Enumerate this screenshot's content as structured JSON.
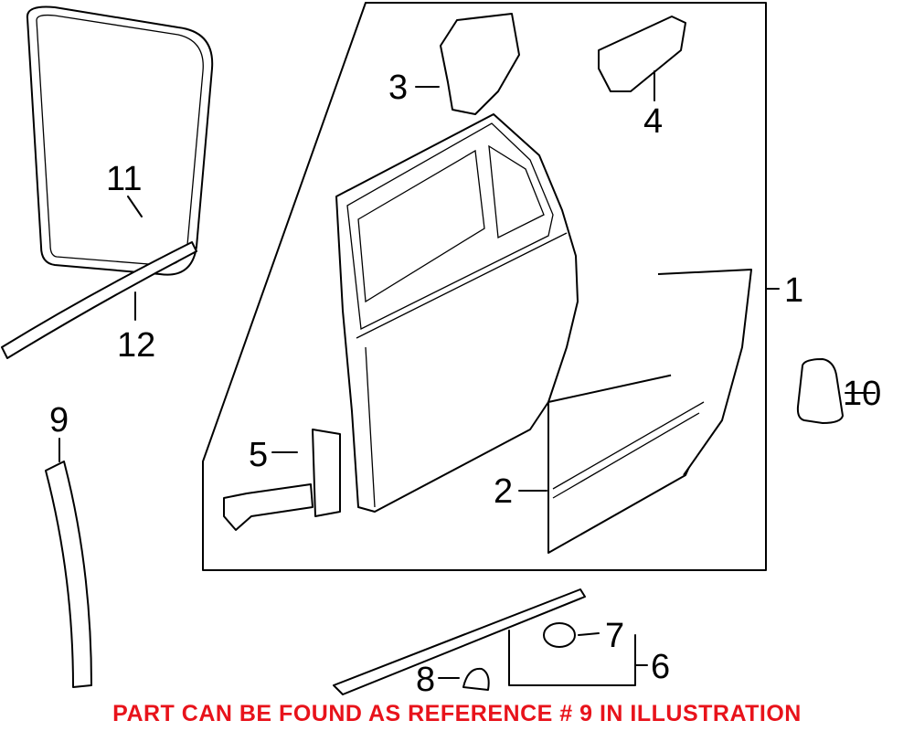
{
  "callouts": [
    {
      "id": "1",
      "label": "1"
    },
    {
      "id": "2",
      "label": "2"
    },
    {
      "id": "3",
      "label": "3"
    },
    {
      "id": "4",
      "label": "4"
    },
    {
      "id": "5",
      "label": "5"
    },
    {
      "id": "6",
      "label": "6"
    },
    {
      "id": "7",
      "label": "7"
    },
    {
      "id": "8",
      "label": "8"
    },
    {
      "id": "9",
      "label": "9"
    },
    {
      "id": "10",
      "label": "10"
    },
    {
      "id": "11",
      "label": "11"
    },
    {
      "id": "12",
      "label": "12"
    }
  ],
  "caption": "PART CAN BE FOUND AS REFERENCE # 9 IN ILLUSTRATION",
  "colors": {
    "caption": "#e8131b",
    "lines": "#000000"
  }
}
